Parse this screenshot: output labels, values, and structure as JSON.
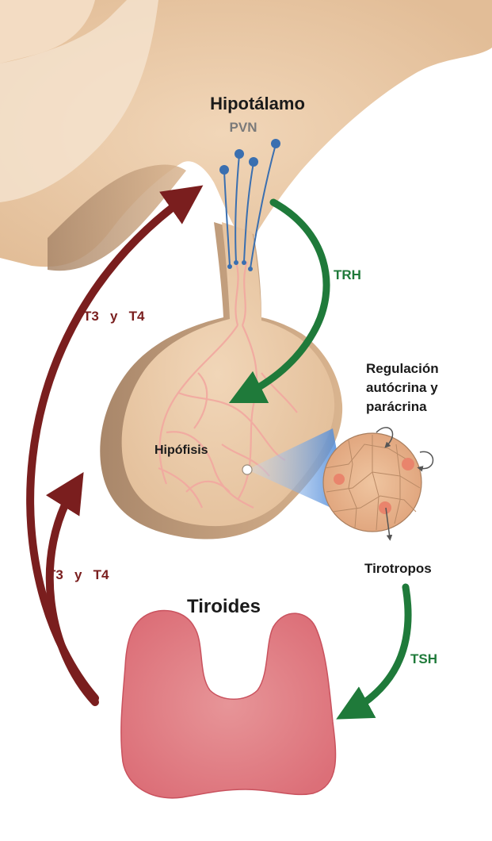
{
  "labels": {
    "hypothalamus": "Hipotálamo",
    "pvn": "PVN",
    "trh": "TRH",
    "t3t4_upper": "T3   y   T4",
    "regulation_line1": "Regulación",
    "regulation_line2": "autócrina y",
    "regulation_line3": "parácrina",
    "pituitary": "Hipófisis",
    "thyrotropes": "Tirotropos",
    "t3t4_lower": "T3   y   T4",
    "thyroid": "Tiroides",
    "tsh": "TSH"
  },
  "colors": {
    "tissue": "#e9c8a5",
    "tissue_dark": "#b89674",
    "vessel": "#f2a8a0",
    "green_arrow": "#1f7a3a",
    "red_arrow": "#7a1e1e",
    "thyroid": "#e8888e",
    "neuron": "#3a6fb0"
  }
}
